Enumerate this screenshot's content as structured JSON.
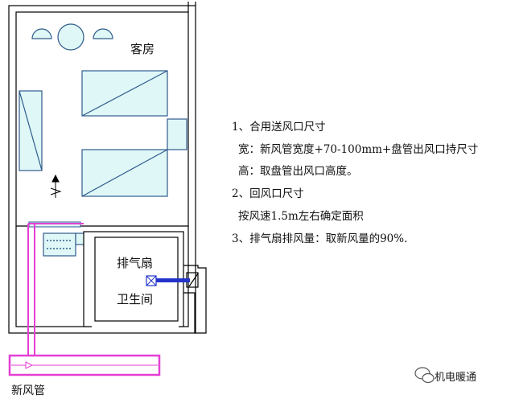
{
  "labels": {
    "room": "客房",
    "exhaust_fan": "排气扇",
    "bathroom": "卫生间",
    "fresh_air_duct": "新风管"
  },
  "notes": [
    "1、合用送风口尺寸",
    "宽：新风管宽度+70-100mm+盘管出风口持尺寸",
    "高：取盘管出风口高度。",
    "2、回风口尺寸",
    "按风速1.5m左右确定面积",
    "3、排气扇排风量：取新风量的90%."
  ],
  "watermark": "机电暖通",
  "colors": {
    "wall": "#000000",
    "fill": "#dff7f7",
    "furniture": "#2f5b8c",
    "duct": "#e43fd4",
    "exhaust_pipe": "#2233cc"
  }
}
